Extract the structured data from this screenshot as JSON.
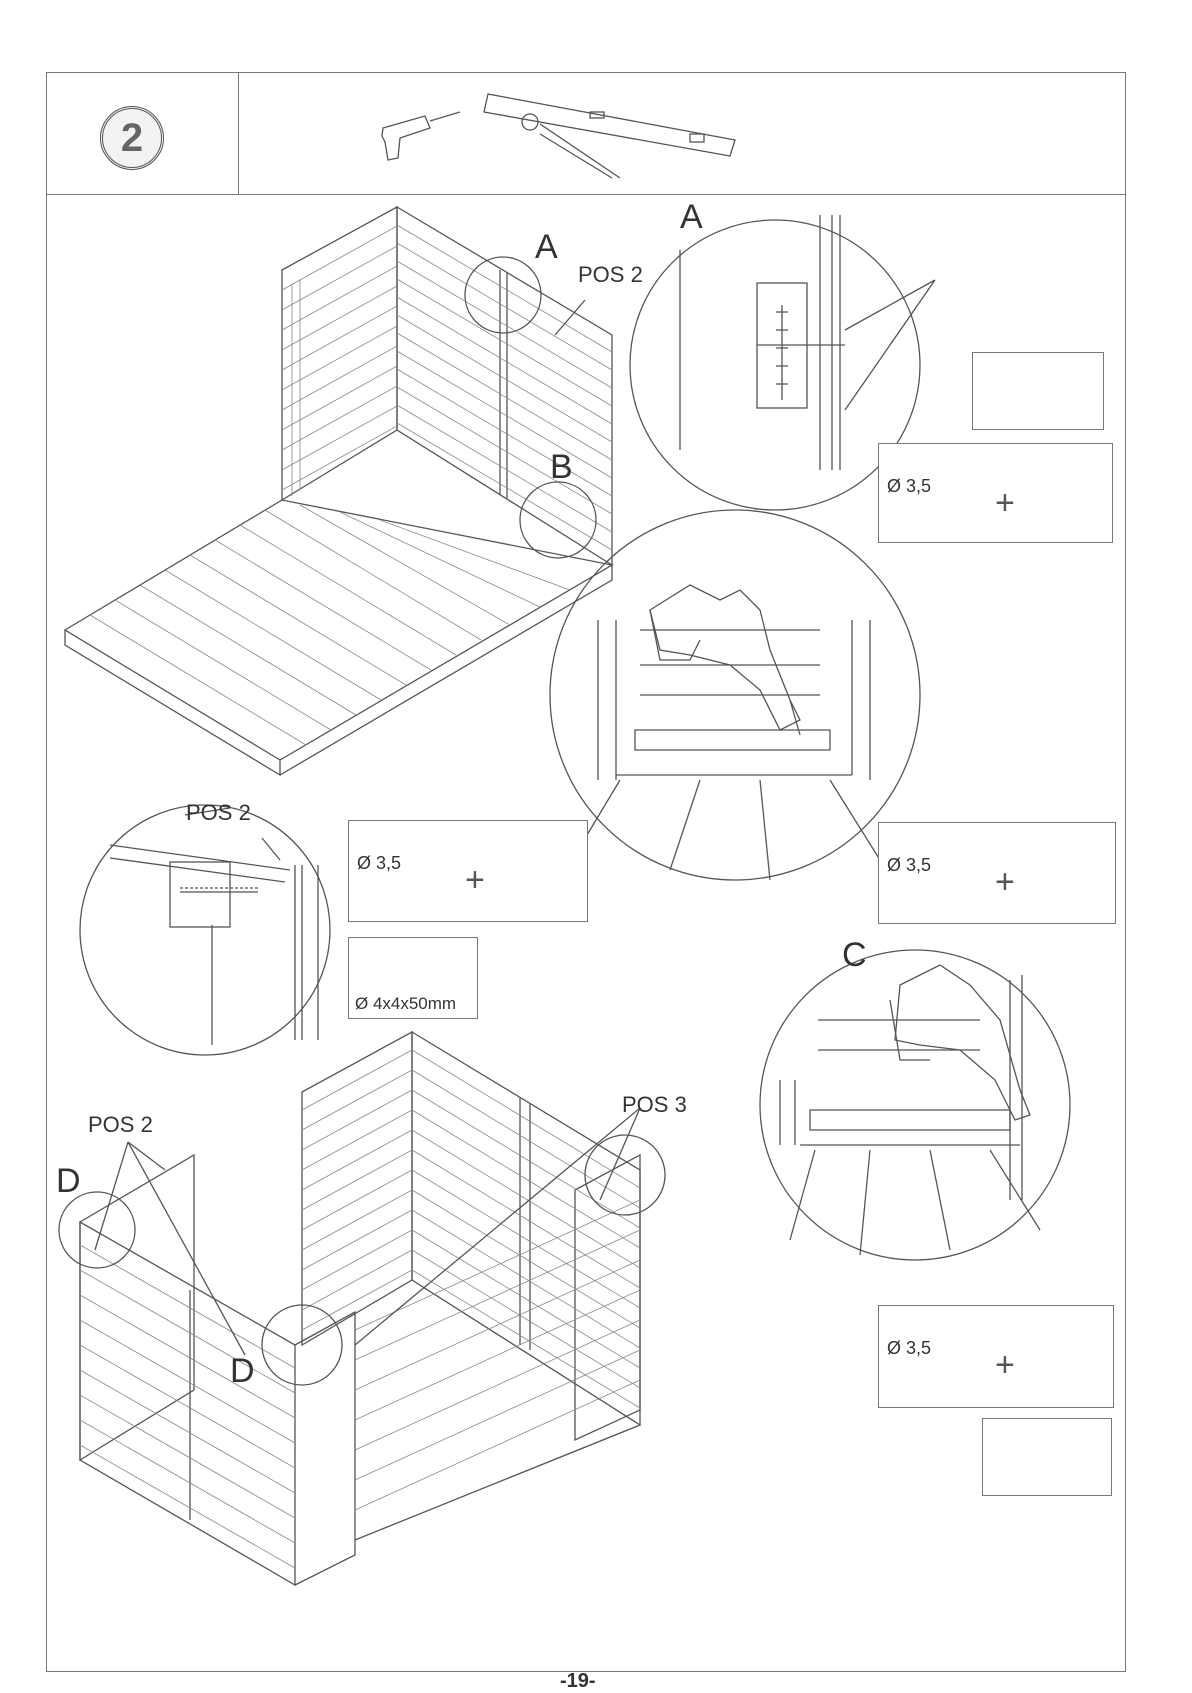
{
  "header": {
    "step_number": "2"
  },
  "callouts": {
    "a1": "A",
    "a2": "A",
    "b": "B",
    "c": "C",
    "d1": "D",
    "d2": "D",
    "pos2_top": "POS 2",
    "pos2_mid": "POS 2",
    "pos2_bottom": "POS 2",
    "pos3": "POS 3"
  },
  "tools": {
    "drill_bit": "Ø 3,5",
    "plus": "+"
  },
  "screw": {
    "size": "Ø 4x4x50mm"
  },
  "footer": {
    "page_number": "-19-"
  }
}
